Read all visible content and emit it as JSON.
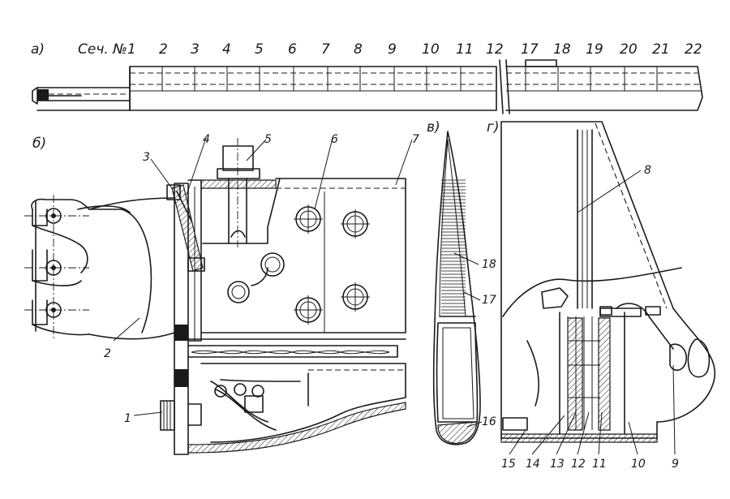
{
  "views": {
    "a": "а)",
    "b": "б)",
    "v": "в)",
    "g": "г)"
  },
  "sections": {
    "prefix": "Сеч. №1",
    "labels": [
      "2",
      "3",
      "4",
      "5",
      "6",
      "7",
      "8",
      "9",
      "10",
      "11",
      "12",
      "17",
      "18",
      "19",
      "20",
      "21",
      "22"
    ]
  },
  "callouts": {
    "c1": "1",
    "c2": "2",
    "c3": "3",
    "c4": "4",
    "c5": "5",
    "c6": "6",
    "c7": "7",
    "c8": "8",
    "c9": "9",
    "c10": "10",
    "c11": "11",
    "c12": "12",
    "c13": "13",
    "c14": "14",
    "c15": "15",
    "c16": "16",
    "c17": "17",
    "c18": "18"
  }
}
